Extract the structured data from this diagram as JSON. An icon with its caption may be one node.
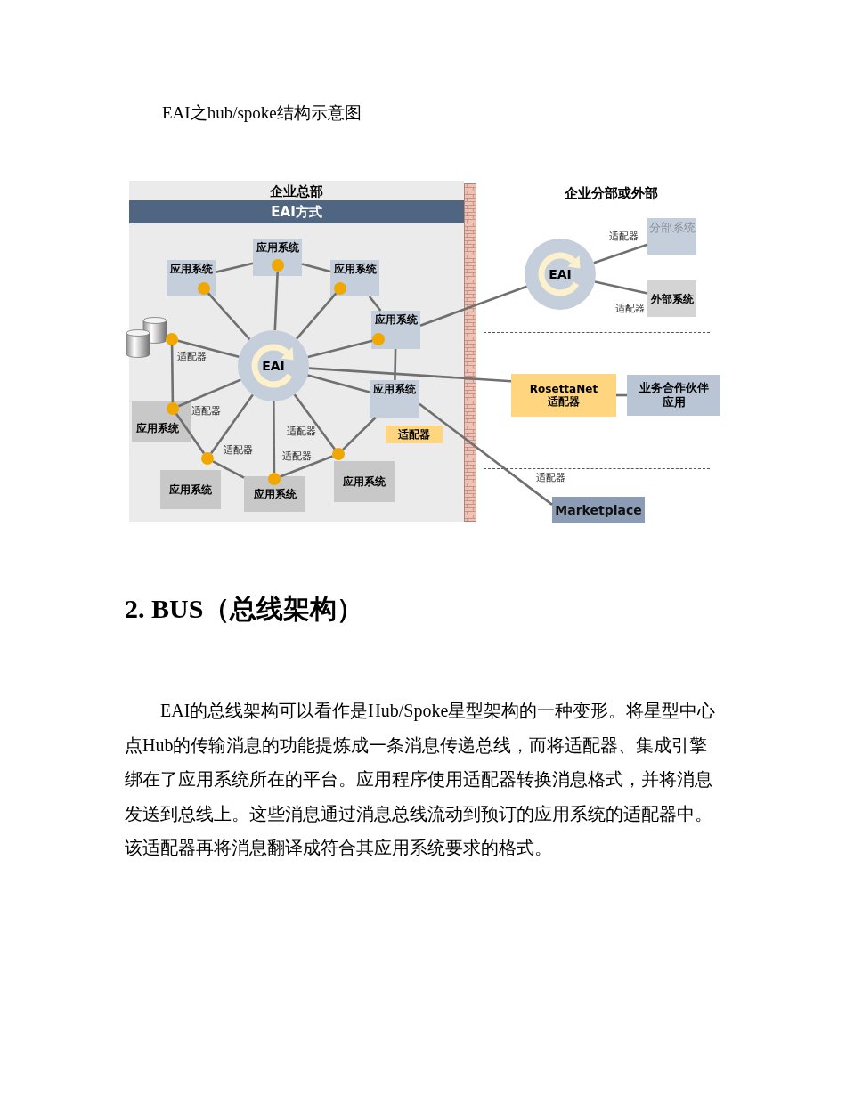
{
  "diagram": {
    "caption": "EAI之hub/spoke结构示意图",
    "nodes": [
      {
        "text": [
          "企业总部"
        ]
      },
      {
        "text": [
          "EAI方式"
        ],
        "in": 0
      },
      {
        "text": [
          "应用系统"
        ],
        "in": 0
      },
      {
        "text": [],
        "shape": "circle",
        "in": 2
      },
      {
        "text": [
          "应用系统"
        ],
        "in": 0
      },
      {
        "text": [],
        "shape": "circle",
        "in": 4
      },
      {
        "text": [
          "应用系统"
        ],
        "in": 0
      },
      {
        "text": [],
        "shape": "circle",
        "in": 6
      },
      {
        "text": [
          "应用系统"
        ],
        "in": 0
      },
      {
        "text": [],
        "shape": "circle",
        "in": 8
      },
      {
        "text": [],
        "shape": "cylinder",
        "in": 0
      },
      {
        "text": [],
        "shape": "circle",
        "in": 0,
        "beside": [
          "适配器"
        ]
      },
      {
        "text": [
          "EAI"
        ],
        "in": 0
      },
      {
        "text": [
          "应用系统"
        ],
        "in": 0
      },
      {
        "text": [
          "应用系统"
        ],
        "in": 0
      },
      {
        "text": [],
        "shape": "circle",
        "in": 14,
        "beside": [
          "适配器"
        ]
      },
      {
        "text": [
          "适配器"
        ],
        "in": 0
      },
      {
        "text": [],
        "shape": "circle",
        "in": 0,
        "beside": [
          "适配器"
        ]
      },
      {
        "text": [
          "应用系统"
        ],
        "in": 0
      },
      {
        "text": [],
        "shape": "circle",
        "in": 0,
        "beside": [
          "适配器"
        ]
      },
      {
        "text": [
          "应用系统"
        ],
        "in": 0
      },
      {
        "text": [],
        "shape": "circle",
        "in": 0,
        "beside": [
          "适配器"
        ]
      },
      {
        "text": [
          "应用系统"
        ],
        "in": 0
      },
      {
        "text": [],
        "shape": "bar"
      },
      {
        "text": [
          "EAI"
        ]
      },
      {
        "text": [
          "分部系统"
        ]
      },
      {
        "text": [
          "外部系统"
        ]
      },
      {
        "text": [
          "RosettaNet 适配器"
        ]
      },
      {
        "text": [
          "业务合作伙伴应用"
        ]
      },
      {
        "text": [
          "Marketplace"
        ]
      }
    ],
    "edges": [
      {
        "from": 3,
        "to": 12,
        "arrow": "none"
      },
      {
        "from": 12,
        "to": 5,
        "arrow": "none"
      },
      {
        "from": 7,
        "to": 12,
        "arrow": "none"
      },
      {
        "from": 12,
        "to": 9,
        "arrow": "none"
      },
      {
        "from": 12,
        "to": 11,
        "arrow": "none"
      },
      {
        "from": 15,
        "to": 12,
        "arrow": "none"
      },
      {
        "from": 12,
        "to": 17,
        "arrow": "none"
      },
      {
        "from": 19,
        "to": 12,
        "arrow": "none"
      },
      {
        "from": 12,
        "to": 21,
        "arrow": "none"
      },
      {
        "from": 13,
        "to": 12,
        "arrow": "none"
      },
      {
        "from": 12,
        "to": 27,
        "arrow": "none"
      },
      {
        "from": 2,
        "to": 4,
        "arrow": "none"
      },
      {
        "from": 6,
        "to": 4,
        "arrow": "none"
      },
      {
        "from": 6,
        "to": 8,
        "arrow": "none"
      },
      {
        "from": 13,
        "to": 8,
        "arrow": "none"
      },
      {
        "from": 13,
        "to": 21,
        "arrow": "none"
      },
      {
        "from": 19,
        "to": 21,
        "arrow": "none"
      },
      {
        "from": 20,
        "to": 17,
        "arrow": "none"
      },
      {
        "from": 15,
        "to": 17,
        "arrow": "none"
      },
      {
        "from": 15,
        "to": 11,
        "arrow": "none"
      },
      {
        "from": 8,
        "to": 24,
        "arrow": "none"
      },
      {
        "from": 24,
        "to": 25,
        "arrow": "none",
        "label": "适配器"
      },
      {
        "from": 24,
        "to": 26,
        "arrow": "none",
        "label": "适配器"
      },
      {
        "from": 27,
        "to": 28,
        "arrow": "none"
      },
      {
        "from": 13,
        "to": 29,
        "arrow": "none",
        "label": "适配器"
      }
    ],
    "labels": [
      "企业分部或外部",
      "2. BUS（总线架构）",
      "EAI的总线架构可以看作是Hub/Spoke星型架构的一种变形。将星型中心点Hub的传输消息的功能提炼成一条消息传递总线，而将适配器、集成引擎绑在了应用系统所在的平台。应用程序使用适配器转换消息格式，并将消息发送到总线上。这些消息通过消息总线流动到预订的应用系统的适配器中。该适配器再将消息翻译成符合其应用系统要求的格式。"
    ]
  }
}
